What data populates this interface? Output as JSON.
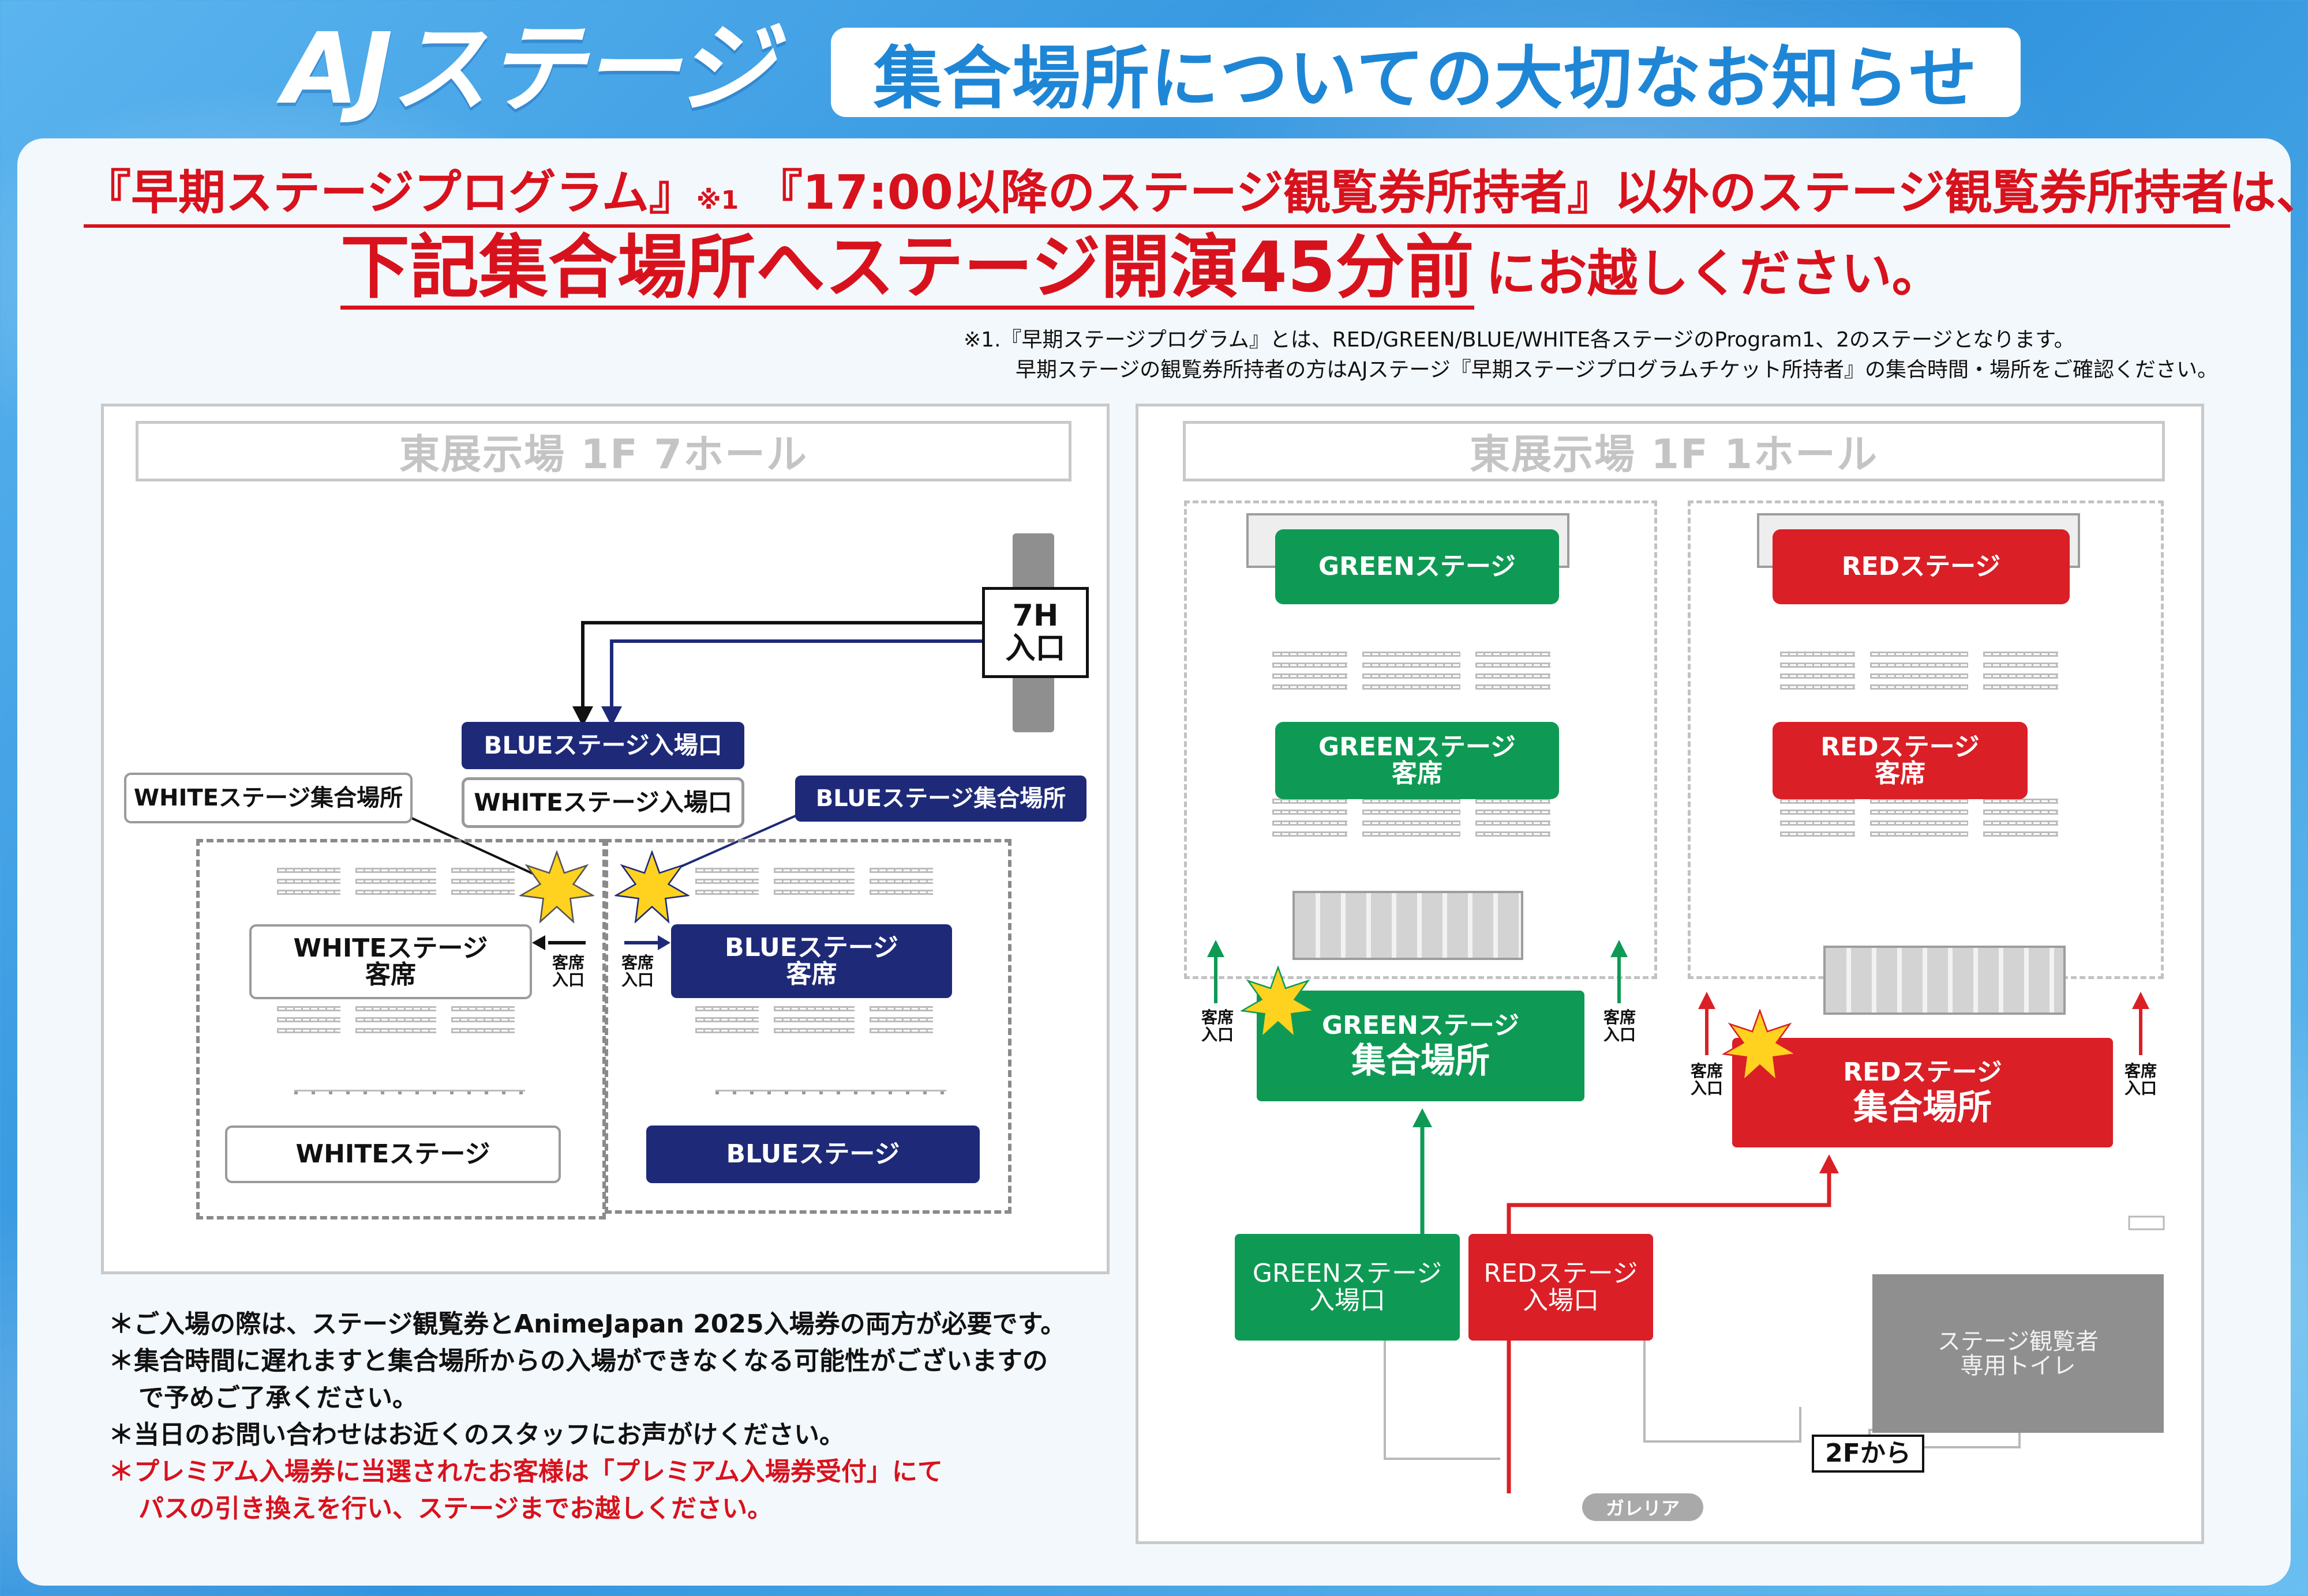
{
  "header": {
    "title": "AJステージ",
    "subtitle": "集合場所についての大切なお知らせ"
  },
  "notice": {
    "line1_a": "『早期ステージプログラム』",
    "line1_sup": "※1",
    "line1_b": "『17:00以降のステージ観覧券所持者』以外のステージ観覧券所持者は、",
    "line2_big": "下記集合場所へステージ開演45分前",
    "line2_small": "にお越しください。",
    "footnote1": "※1.『早期ステージプログラム』とは、RED/GREEN/BLUE/WHITE各ステージのProgram1、2のステージとなります。",
    "footnote2": "早期ステージの観覧券所持者の方はAJステージ『早期ステージプログラムチケット所持者』の集合時間・場所をご確認ください。"
  },
  "left_map": {
    "hall": "東展示場 1F 7ホール",
    "entrance_7h": "7H\n入口",
    "blue_entry": "BLUEステージ入場口",
    "white_entry": "WHITEステージ入場口",
    "white_meet": "WHITEステージ集合場所",
    "blue_meet": "BLUEステージ集合場所",
    "white_seats": "WHITEステージ\n客席",
    "blue_seats": "BLUEステージ\n客席",
    "seat_entry_left": "客席\n入口",
    "seat_entry_right": "客席\n入口",
    "white_stage": "WHITEステージ",
    "blue_stage": "BLUEステージ"
  },
  "right_map": {
    "hall": "東展示場 1F 1ホール",
    "green_stage": "GREENステージ",
    "red_stage": "REDステージ",
    "green_seats": "GREENステージ\n客席",
    "red_seats": "REDステージ\n客席",
    "green_meet_a": "GREENステージ",
    "green_meet_b": "集合場所",
    "red_meet_a": "REDステージ",
    "red_meet_b": "集合場所",
    "seat_entry_g1": "客席\n入口",
    "seat_entry_g2": "客席\n入口",
    "seat_entry_r1": "客席\n入口",
    "seat_entry_r2": "客席\n入口",
    "green_entry": "GREENステージ\n入場口",
    "red_entry": "REDステージ\n入場口",
    "toilet": "ステージ観覧者\n専用トイレ",
    "from_2f": "2Fから",
    "galleria": "ガレリア"
  },
  "notes": {
    "n1": "＊ご入場の際は、ステージ観覧券とAnimeJapan 2025入場券の両方が必要です。",
    "n2a": "＊集合時間に遅れますと集合場所からの入場ができなくなる可能性がございますの",
    "n2b": "で予めご了承ください。",
    "n3": "＊当日のお問い合わせはお近くのスタッフにお声がけください。",
    "n4a": "＊プレミアム入場券に当選されたお客様は「プレミアム入場券受付」にて",
    "n4b": "パスの引き換えを行い、ステージまでお越しください。"
  },
  "colors": {
    "navy": "#1e2a78",
    "green": "#0e9a54",
    "red": "#da1f26",
    "accent_blue": "#1f86d6",
    "star": "#ffd21f"
  }
}
